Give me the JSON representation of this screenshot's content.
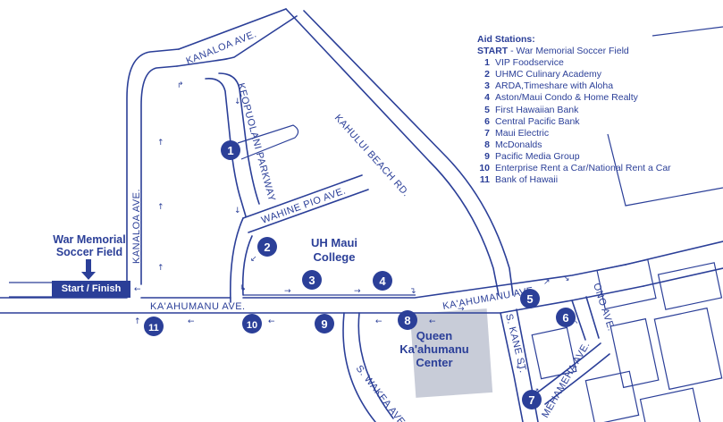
{
  "legend": {
    "title": "Aid Stations:",
    "start_key": "START",
    "start_text": " - War Memorial Soccer Field",
    "stations": [
      {
        "num": "1",
        "name": "VIP Foodservice"
      },
      {
        "num": "2",
        "name": "UHMC Culinary Academy"
      },
      {
        "num": "3",
        "name": "ARDA,Timeshare with Aloha"
      },
      {
        "num": "4",
        "name": "Aston/Maui Condo & Home Realty"
      },
      {
        "num": "5",
        "name": "First Hawaiian Bank"
      },
      {
        "num": "6",
        "name": "Central Pacific Bank"
      },
      {
        "num": "7",
        "name": "Maui Electric"
      },
      {
        "num": "8",
        "name": "McDonalds"
      },
      {
        "num": "9",
        "name": "Pacific Media Group"
      },
      {
        "num": "10",
        "name": "Enterprise Rent a Car/National Rent a Car"
      },
      {
        "num": "11",
        "name": "Bank of Hawaii"
      }
    ]
  },
  "streets": {
    "kanaloa_top": "KANALOA AVE.",
    "kanaloa_left": "KANALOA AVE.",
    "keopuolani": "KEOPUOLANI PARKWAY",
    "kahului_beach": "KAHULUI BEACH RD.",
    "wahine_pio": "WAHINE PIO AVE.",
    "kaahumanu_left": "KA'AHUMANU AVE.",
    "kaahumanu_right": "KA'AHUMANU AVE.",
    "s_kane": "S. KANE ST.",
    "ono": "ONO AVE.",
    "mehameha": "MEHAMEHA AVE.",
    "s_wakea": "S. WAKEA AVE."
  },
  "places": {
    "soccer_line1": "War Memorial",
    "soccer_line2": "Soccer Field",
    "start_finish": "Start / Finish",
    "college_line1": "UH Maui",
    "college_line2": "College",
    "center_line1": "Queen",
    "center_line2": "Ka'ahumanu",
    "center_line3": "Center"
  },
  "markers": [
    "1",
    "2",
    "3",
    "4",
    "5",
    "6",
    "7",
    "8",
    "9",
    "10",
    "11"
  ],
  "colors": {
    "ink": "#2b3f98",
    "building": "#c8ccd8"
  }
}
